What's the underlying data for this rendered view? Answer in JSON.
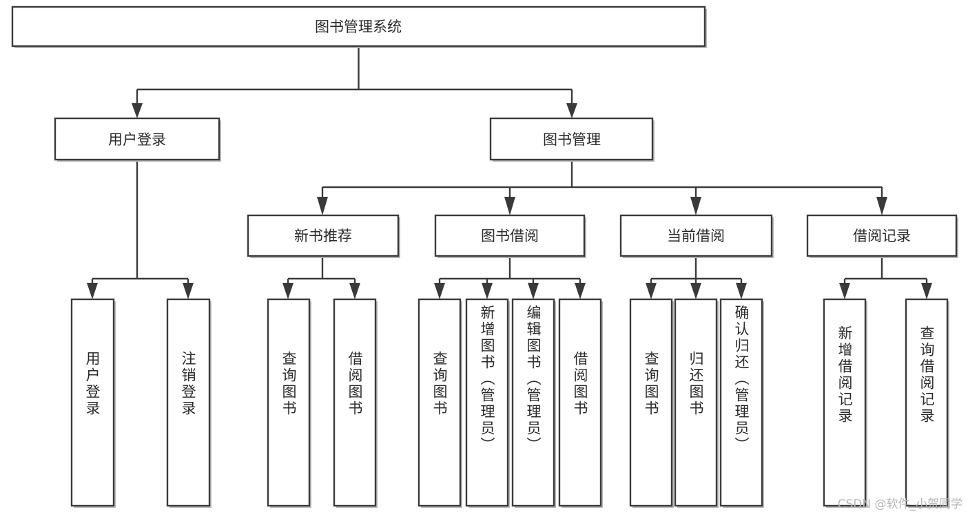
{
  "diagram": {
    "type": "tree-hierarchy-chart",
    "title": "图书管理系统",
    "orientation": "top-down",
    "colors": {
      "box_fill": "#ffffff",
      "box_stroke": "#3a3a3a",
      "connector": "#3a3a3a",
      "text": "#2b2b2b",
      "background": "#ffffff",
      "watermark": "#b6b6b6"
    },
    "levels": {
      "root": {
        "label": "图书管理系统",
        "text_orientation": "horizontal"
      },
      "level2": [
        {
          "label": "用户登录",
          "text_orientation": "horizontal"
        },
        {
          "label": "图书管理",
          "text_orientation": "horizontal"
        }
      ],
      "level3": [
        {
          "label": "新书推荐",
          "text_orientation": "horizontal",
          "parent": "图书管理"
        },
        {
          "label": "图书借阅",
          "text_orientation": "horizontal",
          "parent": "图书管理"
        },
        {
          "label": "当前借阅",
          "text_orientation": "horizontal",
          "parent": "图书管理"
        },
        {
          "label": "借阅记录",
          "text_orientation": "horizontal",
          "parent": "图书管理"
        }
      ],
      "leaves": {
        "user_login_group": [
          {
            "label": "用户登录",
            "text_orientation": "vertical"
          },
          {
            "label": "注销登录",
            "text_orientation": "vertical"
          }
        ],
        "new_book_group": [
          {
            "label": "查询图书",
            "text_orientation": "vertical"
          },
          {
            "label": "借阅图书",
            "text_orientation": "vertical"
          }
        ],
        "borrow_book_group": [
          {
            "label": "查询图书",
            "text_orientation": "vertical"
          },
          {
            "label": "新增图书（管理员）",
            "text_orientation": "vertical"
          },
          {
            "label": "编辑图书（管理员）",
            "text_orientation": "vertical"
          },
          {
            "label": "借阅图书",
            "text_orientation": "vertical"
          }
        ],
        "current_borrow_group": [
          {
            "label": "查询图书",
            "text_orientation": "vertical"
          },
          {
            "label": "归还图书",
            "text_orientation": "vertical"
          },
          {
            "label": "确认归还（管理员）",
            "text_orientation": "vertical"
          }
        ],
        "borrow_record_group": [
          {
            "label": "新增借阅记录",
            "text_orientation": "vertical"
          },
          {
            "label": "查询借阅记录",
            "text_orientation": "vertical"
          }
        ]
      }
    },
    "watermark": "CSDN @软件_小贺同学"
  }
}
